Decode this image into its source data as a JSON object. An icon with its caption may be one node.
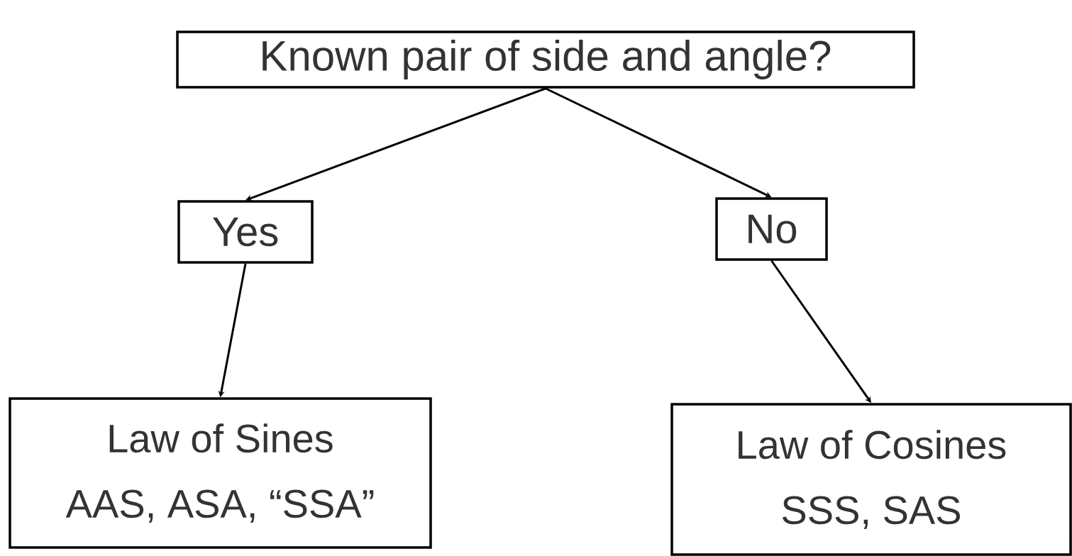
{
  "diagram": {
    "nodes": [
      {
        "text": [
          "Known pair of side and angle?"
        ]
      },
      {
        "text": [
          "Yes"
        ]
      },
      {
        "text": [
          "No"
        ]
      },
      {
        "text": [
          "Law of Sines",
          "AAS, ASA, “SSA”"
        ]
      },
      {
        "text": [
          "Law of Cosines",
          "SSS, SAS"
        ]
      }
    ],
    "edges": [
      {
        "from": 0,
        "to": 1,
        "arrow": "to"
      },
      {
        "from": 0,
        "to": 2,
        "arrow": "to"
      },
      {
        "from": 1,
        "to": 3,
        "arrow": "to"
      },
      {
        "from": 2,
        "to": 4,
        "arrow": "to"
      }
    ]
  }
}
